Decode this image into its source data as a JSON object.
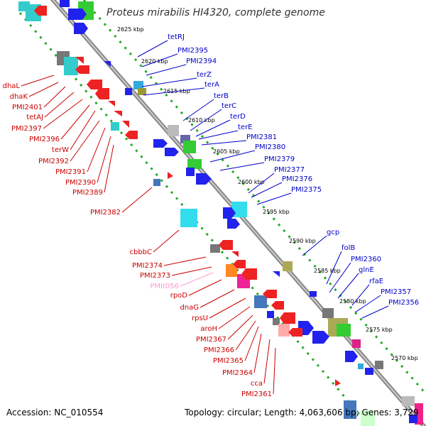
{
  "title": "Proteus mirabilis HI4320, complete genome",
  "accession": "Accession: NC_010554",
  "topology": "Topology: circular; Length: 4,063,606 bp; Genes: 3,729",
  "colors": {
    "forward_label": "#0000cc",
    "reverse_label": "#cc0000",
    "rna_label": "#ff99cc",
    "backbone": "#888888",
    "scale_dots": "#22aa22"
  },
  "ticks": [
    "2625 kbp",
    "2620 kbp",
    "2615 kbp",
    "2610 kbp",
    "2605 kbp",
    "2600 kbp",
    "2595 kbp",
    "2590 kbp",
    "2585 kbp",
    "2580 kbp",
    "2575 kbp",
    "2570 kbp"
  ],
  "forward_genes": [
    "tetRJ",
    "PMI2395",
    "PMI2394",
    "terZ",
    "terA",
    "terB",
    "terC",
    "terD",
    "terE",
    "PMI2381",
    "PMI2380",
    "PMI2379",
    "PMI2377",
    "PMI2376",
    "PMI2375",
    "gcp",
    "folB",
    "PMI2360",
    "glnE",
    "rfaE",
    "PMI2357",
    "PMI2356"
  ],
  "reverse_genes": [
    "dhaL",
    "dhaK",
    "PMI2401",
    "tetAJ",
    "PMI2397",
    "PMI2396",
    "terW",
    "PMI2392",
    "PMI2391",
    "PMI2390",
    "PMI2389",
    "PMI2382",
    "cbbbC",
    "PMI2374",
    "PMI2373",
    "PMIt056",
    "rpoD",
    "dnaG",
    "rpsU",
    "aroH",
    "PMI2367",
    "PMI2366",
    "PMI2365",
    "PMI2364",
    "cca",
    "PMI2361"
  ]
}
